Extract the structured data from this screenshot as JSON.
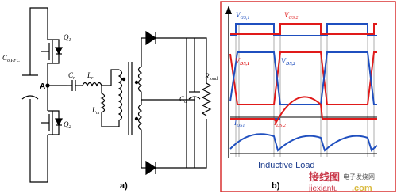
{
  "figure": {
    "circuit": {
      "caption": "a)",
      "labels": {
        "cin": "C",
        "cin_sub": "o,PFC",
        "node": "A",
        "q1": "Q",
        "q1_sub": "1",
        "q2": "Q",
        "q2_sub": "2",
        "cr": "C",
        "cr_sub": "r",
        "lr": "L",
        "lr_sub": "r",
        "lm": "L",
        "lm_sub": "m",
        "co": "C",
        "co_sub": "o",
        "rload": "R",
        "rload_sub": "load"
      }
    },
    "waveforms": {
      "caption": "b)",
      "note": "Inductive Load",
      "labels": {
        "vgs1": "V",
        "vgs1_sub": "GS,1",
        "vgs2": "V",
        "vgs2_sub": "GS,2",
        "vds1": "V",
        "vds1_sub": "DS,1",
        "vds2": "V",
        "vds2_sub": "DS,2",
        "ids1": "I",
        "ids1_sub": "DS1",
        "ids2": "I",
        "ids2_sub": "DS,2"
      },
      "colors": {
        "q1_trace": "#1f4fbf",
        "q2_trace": "#e01a1a",
        "frame": "#d83030",
        "axis": "#000000"
      }
    },
    "watermark": {
      "cn_text": "接线图",
      "cn_small": "电子发烧网",
      "domain": "jiexiantu",
      "dot_com": ".com"
    }
  }
}
